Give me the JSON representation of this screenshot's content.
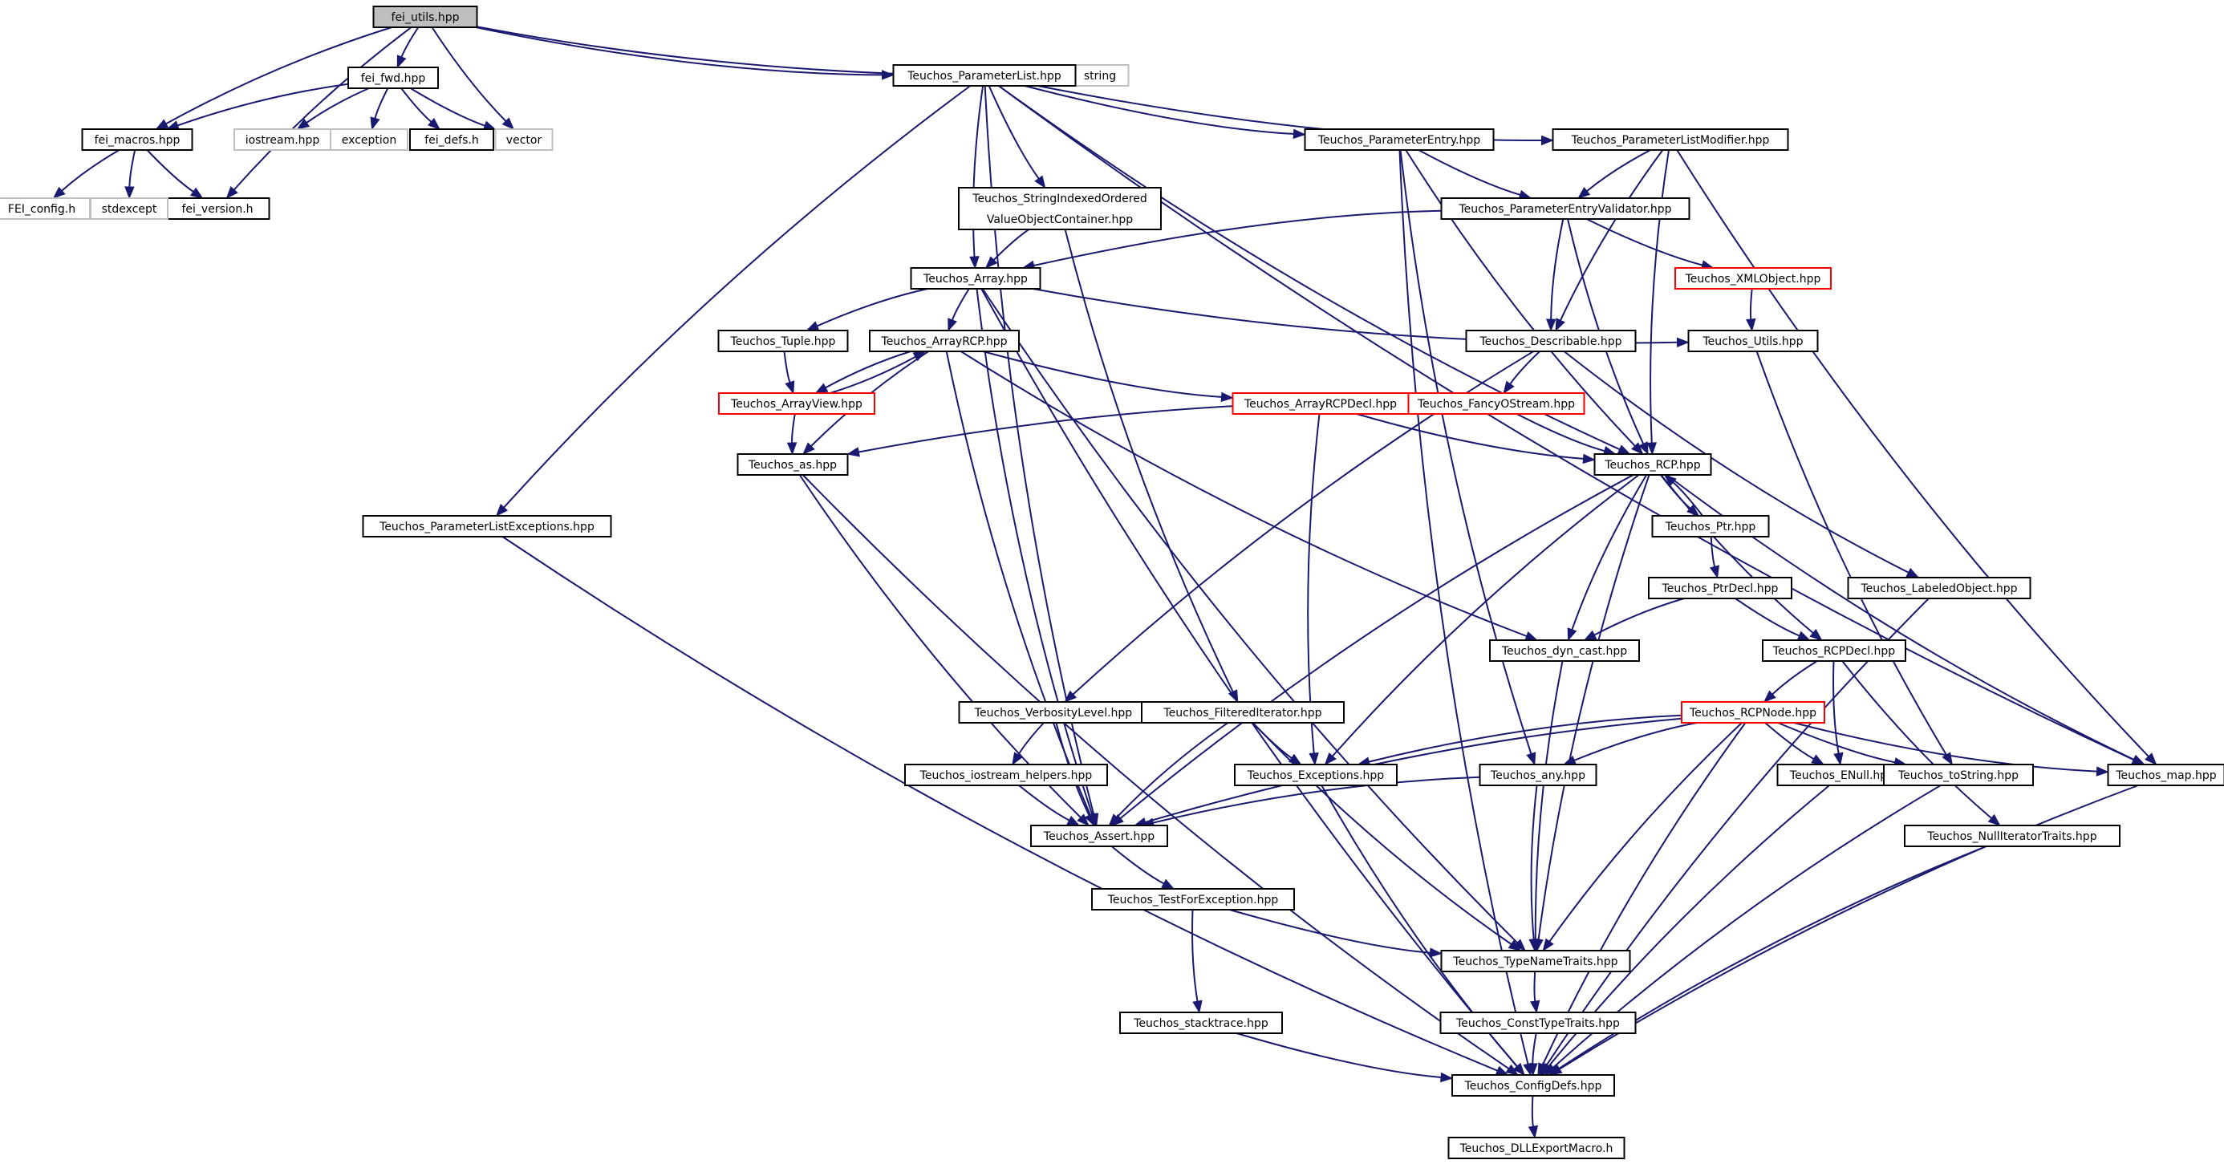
{
  "graph": {
    "nodes": [
      {
        "id": "fei_utils",
        "label": "fei_utils.hpp",
        "kind": "root"
      },
      {
        "id": "fei_fwd",
        "label": "fei_fwd.hpp",
        "kind": "normal"
      },
      {
        "id": "fei_macros",
        "label": "fei_macros.hpp",
        "kind": "normal"
      },
      {
        "id": "fei_version",
        "label": "fei_version.h",
        "kind": "normal"
      },
      {
        "id": "vector",
        "label": "vector",
        "kind": "ext"
      },
      {
        "id": "string",
        "label": "string",
        "kind": "ext"
      },
      {
        "id": "iostream",
        "label": "iostream.hpp",
        "kind": "ext"
      },
      {
        "id": "exception",
        "label": "exception",
        "kind": "ext"
      },
      {
        "id": "fei_defs",
        "label": "fei_defs.h",
        "kind": "normal"
      },
      {
        "id": "FEI_config",
        "label": "FEI_config.h",
        "kind": "ext"
      },
      {
        "id": "stdexcept",
        "label": "stdexcept",
        "kind": "ext"
      },
      {
        "id": "ParameterList",
        "label": "Teuchos_ParameterList.hpp",
        "kind": "normal"
      },
      {
        "id": "ParameterEntry",
        "label": "Teuchos_ParameterEntry.hpp",
        "kind": "normal"
      },
      {
        "id": "ParameterListModifier",
        "label": "Teuchos_ParameterListModifier.hpp",
        "kind": "normal"
      },
      {
        "id": "StringIndexed",
        "label": [
          "Teuchos_StringIndexedOrdered",
          "ValueObjectContainer.hpp"
        ],
        "kind": "normal"
      },
      {
        "id": "ParameterEntryValidator",
        "label": "Teuchos_ParameterEntryValidator.hpp",
        "kind": "normal"
      },
      {
        "id": "XMLObject",
        "label": "Teuchos_XMLObject.hpp",
        "kind": "trunc"
      },
      {
        "id": "Array",
        "label": "Teuchos_Array.hpp",
        "kind": "normal"
      },
      {
        "id": "Tuple",
        "label": "Teuchos_Tuple.hpp",
        "kind": "normal"
      },
      {
        "id": "ArrayRCP",
        "label": "Teuchos_ArrayRCP.hpp",
        "kind": "normal"
      },
      {
        "id": "Describable",
        "label": "Teuchos_Describable.hpp",
        "kind": "normal"
      },
      {
        "id": "Utils",
        "label": "Teuchos_Utils.hpp",
        "kind": "normal"
      },
      {
        "id": "ArrayView",
        "label": "Teuchos_ArrayView.hpp",
        "kind": "trunc"
      },
      {
        "id": "ArrayRCPDecl",
        "label": "Teuchos_ArrayRCPDecl.hpp",
        "kind": "trunc"
      },
      {
        "id": "FancyOStream",
        "label": "Teuchos_FancyOStream.hpp",
        "kind": "trunc"
      },
      {
        "id": "as",
        "label": "Teuchos_as.hpp",
        "kind": "normal"
      },
      {
        "id": "RCP",
        "label": "Teuchos_RCP.hpp",
        "kind": "normal"
      },
      {
        "id": "ParameterListExceptions",
        "label": "Teuchos_ParameterListExceptions.hpp",
        "kind": "normal"
      },
      {
        "id": "Ptr",
        "label": "Teuchos_Ptr.hpp",
        "kind": "normal"
      },
      {
        "id": "PtrDecl",
        "label": "Teuchos_PtrDecl.hpp",
        "kind": "normal"
      },
      {
        "id": "LabeledObject",
        "label": "Teuchos_LabeledObject.hpp",
        "kind": "normal"
      },
      {
        "id": "dyn_cast",
        "label": "Teuchos_dyn_cast.hpp",
        "kind": "normal"
      },
      {
        "id": "RCPDecl",
        "label": "Teuchos_RCPDecl.hpp",
        "kind": "normal"
      },
      {
        "id": "VerbosityLevel",
        "label": "Teuchos_VerbosityLevel.hpp",
        "kind": "normal"
      },
      {
        "id": "FilteredIterator",
        "label": "Teuchos_FilteredIterator.hpp",
        "kind": "normal"
      },
      {
        "id": "RCPNode",
        "label": "Teuchos_RCPNode.hpp",
        "kind": "trunc"
      },
      {
        "id": "iostream_helpers",
        "label": "Teuchos_iostream_helpers.hpp",
        "kind": "normal"
      },
      {
        "id": "Exceptions",
        "label": "Teuchos_Exceptions.hpp",
        "kind": "normal"
      },
      {
        "id": "any",
        "label": "Teuchos_any.hpp",
        "kind": "normal"
      },
      {
        "id": "ENull",
        "label": "Teuchos_ENull.hpp",
        "kind": "normal"
      },
      {
        "id": "toString",
        "label": "Teuchos_toString.hpp",
        "kind": "normal"
      },
      {
        "id": "map",
        "label": "Teuchos_map.hpp",
        "kind": "normal"
      },
      {
        "id": "Assert",
        "label": "Teuchos_Assert.hpp",
        "kind": "normal"
      },
      {
        "id": "NullIteratorTraits",
        "label": "Teuchos_NullIteratorTraits.hpp",
        "kind": "normal"
      },
      {
        "id": "TestForException",
        "label": "Teuchos_TestForException.hpp",
        "kind": "normal"
      },
      {
        "id": "TypeNameTraits",
        "label": "Teuchos_TypeNameTraits.hpp",
        "kind": "normal"
      },
      {
        "id": "stacktrace",
        "label": "Teuchos_stacktrace.hpp",
        "kind": "normal"
      },
      {
        "id": "ConstTypeTraits",
        "label": "Teuchos_ConstTypeTraits.hpp",
        "kind": "normal"
      },
      {
        "id": "ConfigDefs",
        "label": "Teuchos_ConfigDefs.hpp",
        "kind": "normal"
      },
      {
        "id": "DLLExportMacro",
        "label": "Teuchos_DLLExportMacro.h",
        "kind": "normal"
      }
    ],
    "edges": [
      [
        "fei_utils",
        "fei_fwd"
      ],
      [
        "fei_utils",
        "fei_macros"
      ],
      [
        "fei_utils",
        "fei_version"
      ],
      [
        "fei_utils",
        "vector"
      ],
      [
        "fei_utils",
        "string"
      ],
      [
        "fei_utils",
        "ParameterList"
      ],
      [
        "fei_fwd",
        "fei_macros"
      ],
      [
        "fei_fwd",
        "iostream"
      ],
      [
        "fei_fwd",
        "exception"
      ],
      [
        "fei_fwd",
        "fei_defs"
      ],
      [
        "fei_fwd",
        "vector"
      ],
      [
        "fei_macros",
        "FEI_config"
      ],
      [
        "fei_macros",
        "stdexcept"
      ],
      [
        "fei_macros",
        "fei_version"
      ],
      [
        "ParameterList",
        "string"
      ],
      [
        "ParameterList",
        "ParameterEntry"
      ],
      [
        "ParameterList",
        "ParameterListModifier"
      ],
      [
        "ParameterList",
        "StringIndexed"
      ],
      [
        "ParameterList",
        "Array"
      ],
      [
        "ParameterList",
        "ParameterListExceptions"
      ],
      [
        "ParameterList",
        "Assert"
      ],
      [
        "ParameterList",
        "RCP"
      ],
      [
        "ParameterList",
        "map"
      ],
      [
        "ParameterEntry",
        "ParameterEntryValidator"
      ],
      [
        "ParameterEntry",
        "RCP"
      ],
      [
        "ParameterEntry",
        "any"
      ],
      [
        "ParameterEntry",
        "ConfigDefs"
      ],
      [
        "ParameterListModifier",
        "ParameterEntryValidator"
      ],
      [
        "ParameterListModifier",
        "Describable"
      ],
      [
        "ParameterListModifier",
        "RCP"
      ],
      [
        "ParameterListModifier",
        "map"
      ],
      [
        "StringIndexed",
        "Array"
      ],
      [
        "StringIndexed",
        "FilteredIterator"
      ],
      [
        "ParameterEntryValidator",
        "Array"
      ],
      [
        "ParameterEntryValidator",
        "XMLObject"
      ],
      [
        "ParameterEntryValidator",
        "Describable"
      ],
      [
        "ParameterEntryValidator",
        "RCP"
      ],
      [
        "XMLObject",
        "Utils"
      ],
      [
        "Array",
        "Tuple"
      ],
      [
        "Array",
        "ArrayRCP"
      ],
      [
        "Array",
        "Utils"
      ],
      [
        "Array",
        "Assert"
      ],
      [
        "Array",
        "TypeNameTraits"
      ],
      [
        "Array",
        "ConfigDefs"
      ],
      [
        "Tuple",
        "ArrayView"
      ],
      [
        "ArrayRCP",
        "ArrayView"
      ],
      [
        "ArrayRCP",
        "ArrayRCPDecl"
      ],
      [
        "ArrayRCP",
        "as"
      ],
      [
        "ArrayRCP",
        "dyn_cast"
      ],
      [
        "ArrayRCP",
        "Assert"
      ],
      [
        "ArrayView",
        "ArrayRCP"
      ],
      [
        "ArrayView",
        "as"
      ],
      [
        "Describable",
        "FancyOStream"
      ],
      [
        "Describable",
        "VerbosityLevel"
      ],
      [
        "Describable",
        "LabeledObject"
      ],
      [
        "Utils",
        "toString"
      ],
      [
        "ArrayRCPDecl",
        "RCP"
      ],
      [
        "ArrayRCPDecl",
        "Exceptions"
      ],
      [
        "FancyOStream",
        "as"
      ],
      [
        "FancyOStream",
        "RCP"
      ],
      [
        "as",
        "Assert"
      ],
      [
        "as",
        "ConfigDefs"
      ],
      [
        "RCP",
        "Ptr"
      ],
      [
        "RCP",
        "RCPDecl"
      ],
      [
        "RCP",
        "dyn_cast"
      ],
      [
        "RCP",
        "Exceptions"
      ],
      [
        "RCP",
        "Assert"
      ],
      [
        "RCP",
        "TypeNameTraits"
      ],
      [
        "RCP",
        "map"
      ],
      [
        "Ptr",
        "RCP"
      ],
      [
        "Ptr",
        "PtrDecl"
      ],
      [
        "PtrDecl",
        "dyn_cast"
      ],
      [
        "PtrDecl",
        "RCPDecl"
      ],
      [
        "LabeledObject",
        "ConfigDefs"
      ],
      [
        "dyn_cast",
        "TypeNameTraits"
      ],
      [
        "RCPDecl",
        "RCPNode"
      ],
      [
        "RCPDecl",
        "ENull"
      ],
      [
        "RCPDecl",
        "NullIteratorTraits"
      ],
      [
        "VerbosityLevel",
        "iostream_helpers"
      ],
      [
        "VerbosityLevel",
        "Assert"
      ],
      [
        "FilteredIterator",
        "Exceptions"
      ],
      [
        "FilteredIterator",
        "Assert"
      ],
      [
        "FilteredIterator",
        "TypeNameTraits"
      ],
      [
        "RCPNode",
        "Exceptions"
      ],
      [
        "RCPNode",
        "any"
      ],
      [
        "RCPNode",
        "ENull"
      ],
      [
        "RCPNode",
        "toString"
      ],
      [
        "RCPNode",
        "map"
      ],
      [
        "RCPNode",
        "Assert"
      ],
      [
        "RCPNode",
        "TypeNameTraits"
      ],
      [
        "RCPNode",
        "ConfigDefs"
      ],
      [
        "iostream_helpers",
        "Assert"
      ],
      [
        "Exceptions",
        "ConfigDefs"
      ],
      [
        "any",
        "Assert"
      ],
      [
        "any",
        "TypeNameTraits"
      ],
      [
        "ENull",
        "ConfigDefs"
      ],
      [
        "toString",
        "ConfigDefs"
      ],
      [
        "map",
        "ConfigDefs"
      ],
      [
        "NullIteratorTraits",
        "ConfigDefs"
      ],
      [
        "ParameterListExceptions",
        "ConfigDefs"
      ],
      [
        "Assert",
        "TestForException"
      ],
      [
        "TestForException",
        "TypeNameTraits"
      ],
      [
        "TestForException",
        "stacktrace"
      ],
      [
        "TypeNameTraits",
        "ConstTypeTraits"
      ],
      [
        "stacktrace",
        "ConfigDefs"
      ],
      [
        "ConstTypeTraits",
        "ConfigDefs"
      ],
      [
        "ConfigDefs",
        "DLLExportMacro"
      ]
    ]
  }
}
